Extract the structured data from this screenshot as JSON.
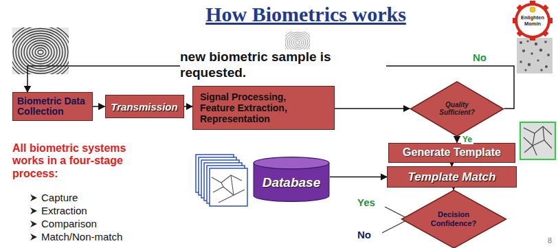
{
  "diagram": {
    "title": "How Biometrics works",
    "nodes": [
      {
        "text": [
          "Biometric Data Collection"
        ]
      },
      {
        "text": [
          "Transmission"
        ]
      },
      {
        "text": [
          "Signal Processing, Feature Extraction, Representation"
        ]
      },
      {
        "text": [
          "Quality Sufficient?"
        ]
      },
      {
        "text": [
          "Generate Template"
        ]
      },
      {
        "text": [
          "Database"
        ]
      },
      {
        "text": [
          "Template Match"
        ]
      },
      {
        "text": [
          "Decision Confidence?"
        ]
      }
    ],
    "edges": [
      {
        "from": 0,
        "to": 1,
        "arrow": "to"
      },
      {
        "from": 1,
        "to": 2,
        "arrow": "to"
      },
      {
        "from": 2,
        "to": 3,
        "arrow": "to"
      },
      {
        "from": 3,
        "to": 4,
        "label": "Ye",
        "arrow": "to"
      },
      {
        "from": 3,
        "to": 0,
        "label": "No",
        "arrow": "to"
      },
      {
        "from": 4,
        "to": 6,
        "arrow": "to"
      },
      {
        "from": 5,
        "to": 6,
        "arrow": "to"
      },
      {
        "from": 6,
        "to": 7,
        "arrow": "to"
      }
    ],
    "labels": [
      "new biometric sample is requested.",
      "Enlighten Momin",
      "All biometric systems works in a four-stage process:",
      "Capture",
      "Extraction",
      "Comparison",
      "Match/Non-match",
      "Yes",
      "No",
      "8"
    ]
  }
}
